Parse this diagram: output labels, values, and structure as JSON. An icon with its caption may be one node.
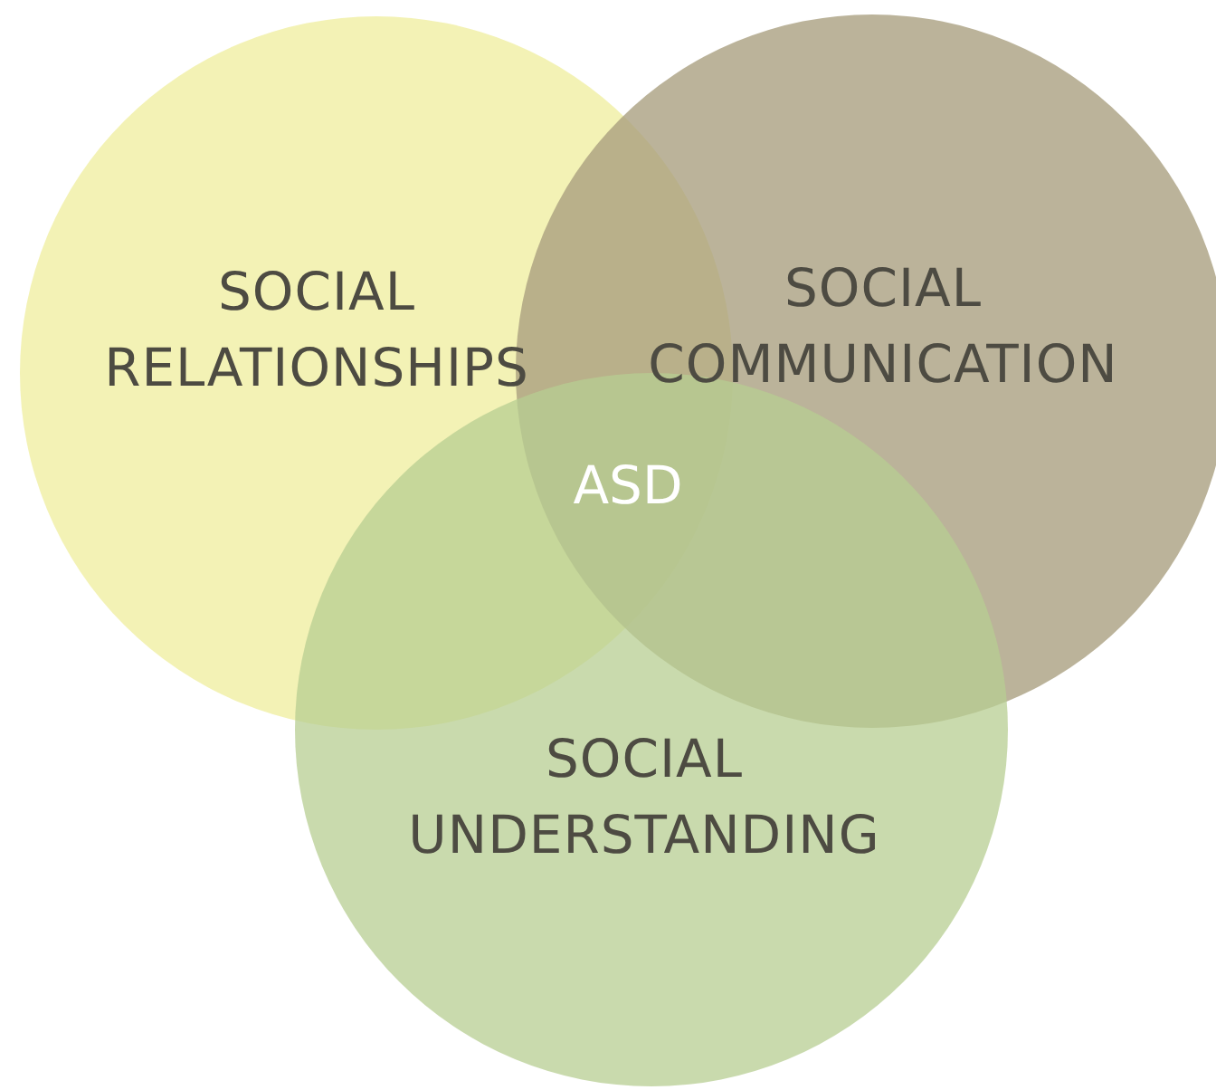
{
  "diagram": {
    "nodes": [
      {
        "text": [
          "SOCIAL RELATIONSHIPS"
        ]
      },
      {
        "text": [
          "SOCIAL COMMUNICATION"
        ]
      },
      {
        "text": [
          "SOCIAL UNDERSTANDING"
        ]
      }
    ],
    "labels": [
      "ASD"
    ]
  }
}
